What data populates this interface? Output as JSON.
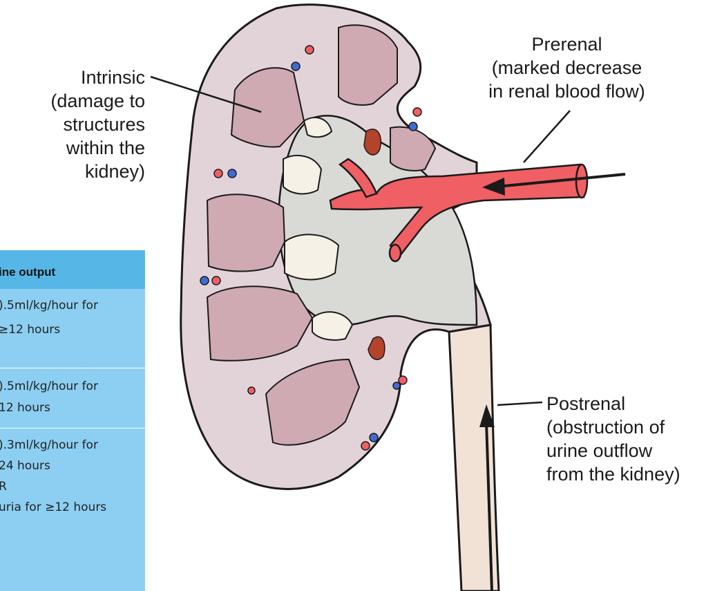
{
  "labels": {
    "intrinsic": [
      "Intrinsic",
      "(damage to",
      "structures",
      "within the",
      "kidney)"
    ],
    "prerenal": [
      "Prerenal",
      "(marked decrease",
      "in renal blood flow)"
    ],
    "postrenal": [
      "Postrenal",
      "(obstruction of",
      "urine outflow",
      "from the kidney)"
    ]
  },
  "table": {
    "header": "ine output",
    "rows": [
      [
        ").5ml/kg/hour for",
        "≥12 hours"
      ],
      [
        ").5ml/kg/hour for",
        "12 hours"
      ],
      [
        ").3ml/kg/hour for",
        "24 hours",
        "R",
        "uria for ≥12 hours"
      ]
    ]
  },
  "colors": {
    "kidney_fill": "#e2d3d9",
    "pelvis_fill": "#d9d9d6",
    "pyramid_fill": "#cfaab3",
    "artery_fill": "#ef5f64",
    "ureter_fill": "#f2e2d6",
    "table_bg": "#8ccff2",
    "table_header_bg": "#56b7e6"
  }
}
